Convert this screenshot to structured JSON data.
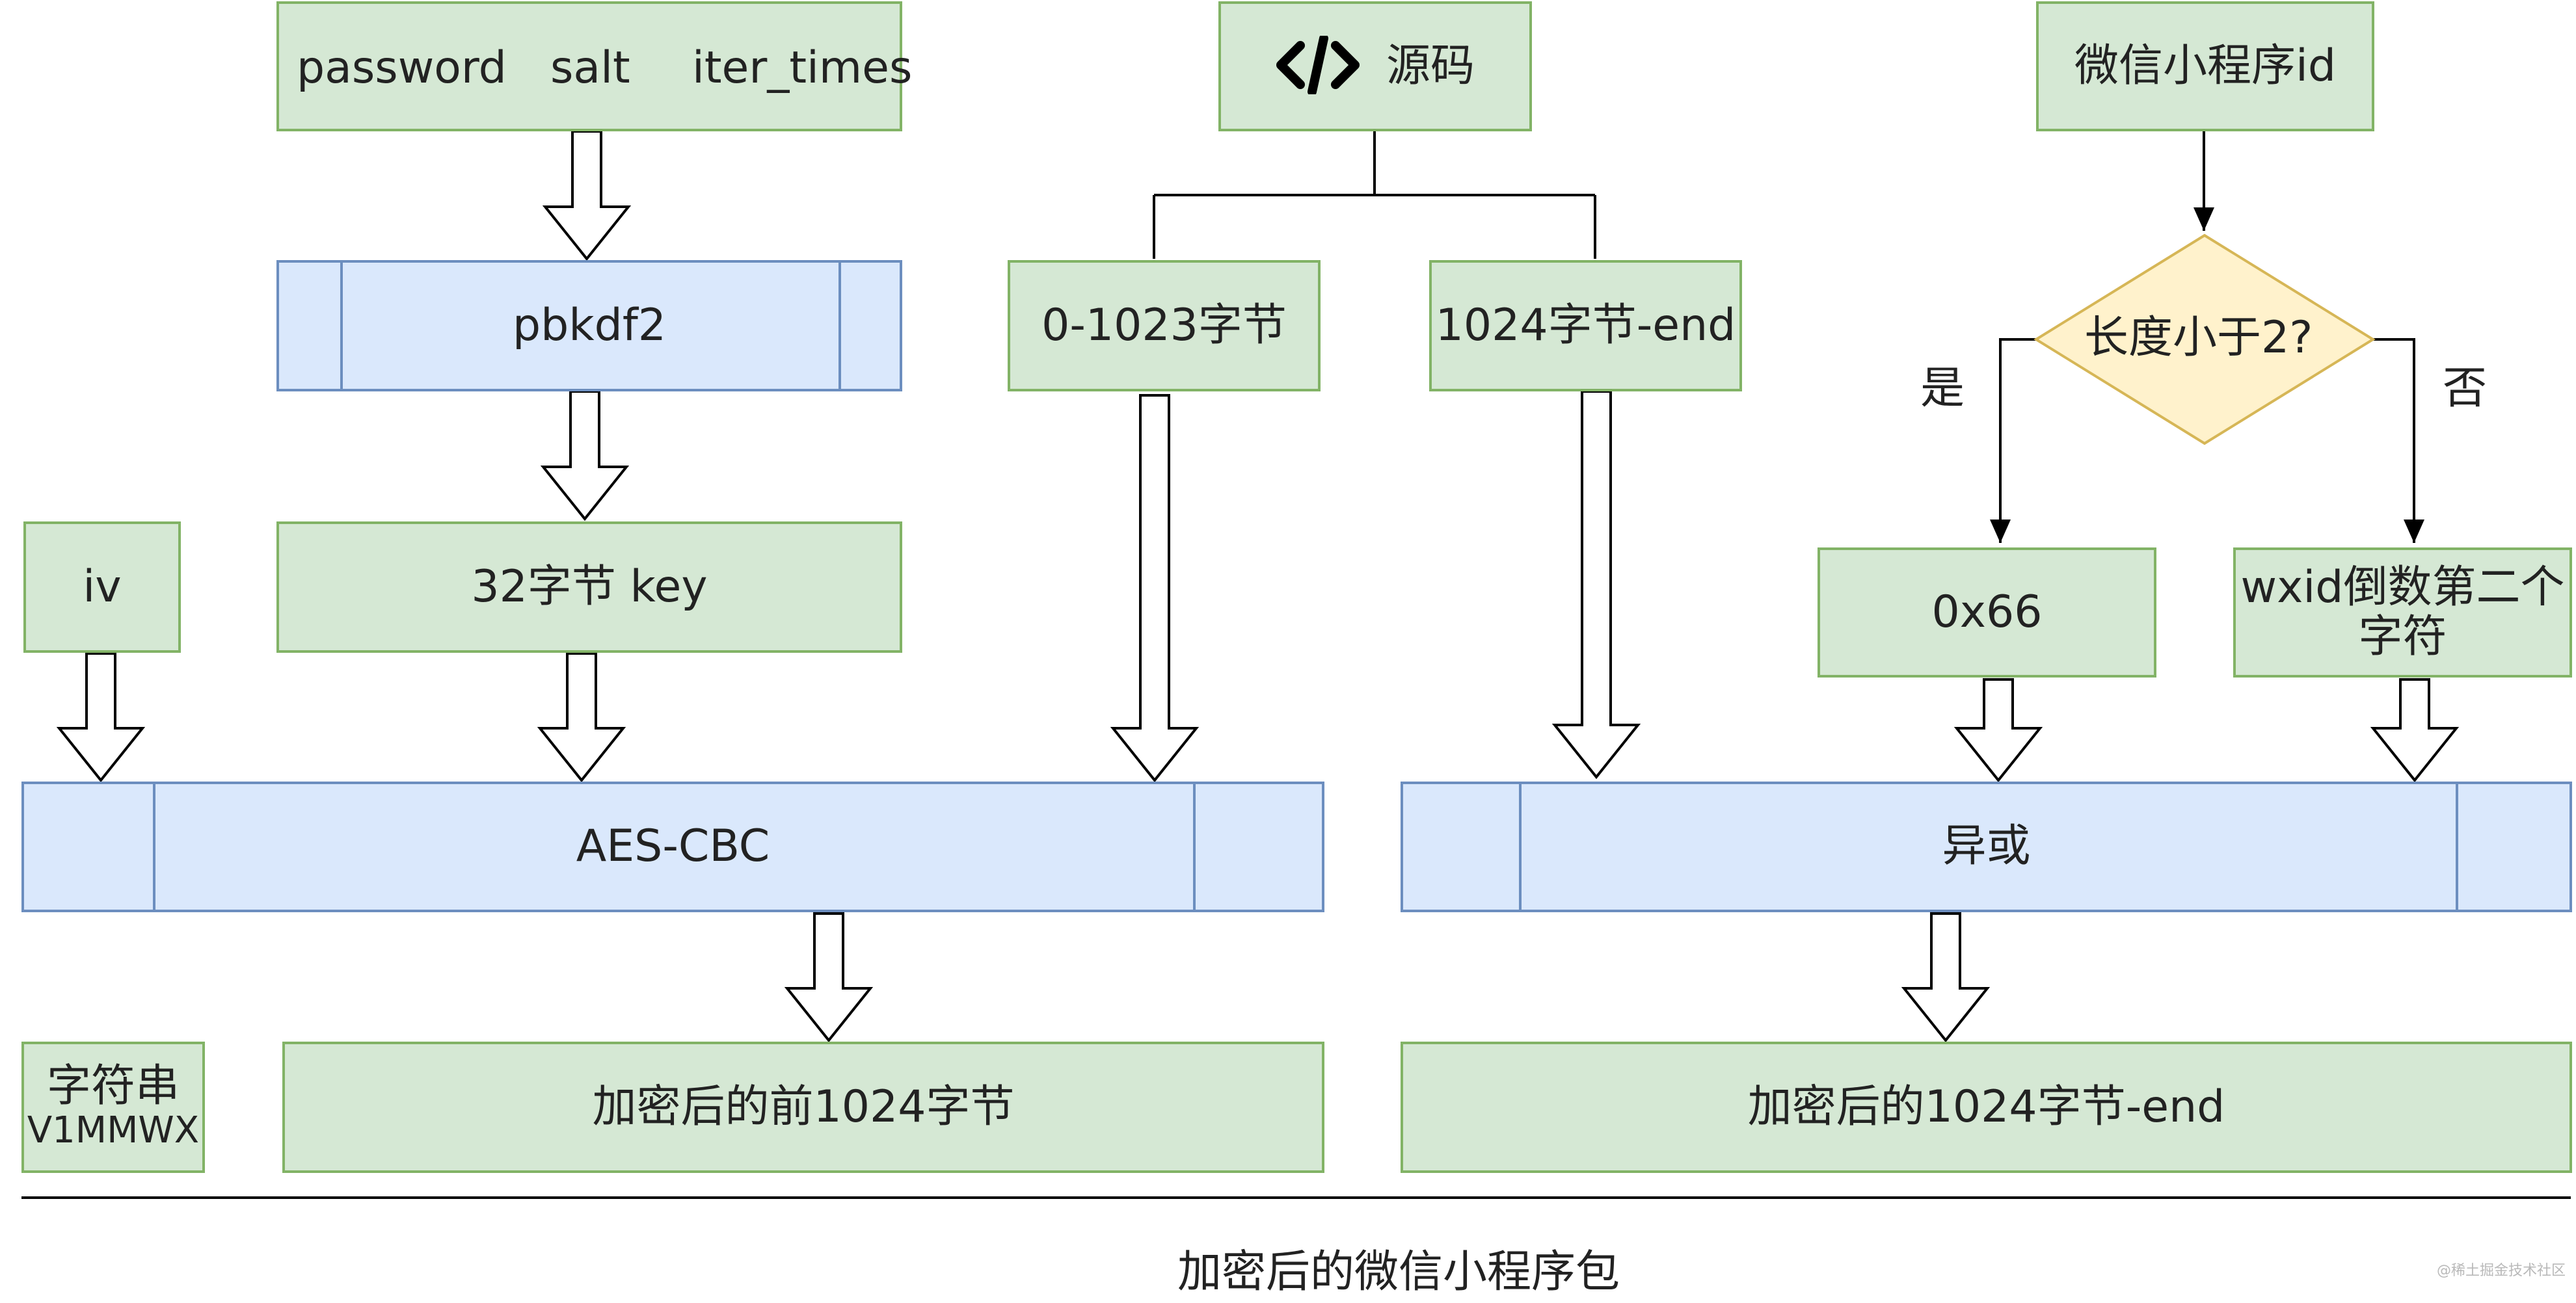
{
  "inputs": {
    "password_label": "password",
    "salt_label": "salt",
    "iter_label": "iter_times",
    "source_label": "源码",
    "source_icon": "code-icon",
    "appid_label": "微信小程序id",
    "iv_label": "iv"
  },
  "steps": {
    "pbkdf2_label": "pbkdf2",
    "key_label": "32字节 key",
    "first_part_label": "0-1023字节",
    "rest_part_label": "1024字节-end",
    "condition_label": "长度小于2?",
    "yes_label": "是",
    "no_label": "否",
    "xor_key_yes_label": "0x66",
    "xor_key_no_label": "wxid倒数第二个字符",
    "aes_label": "AES-CBC",
    "xor_label": "异或"
  },
  "outputs": {
    "string_label": "字符串",
    "string_value": "V1MMWX",
    "encrypted_first_label": "加密后的前1024字节",
    "encrypted_rest_label": "加密后的1024字节-end",
    "package_label": "加密后的微信小程序包"
  },
  "watermark": "@稀土掘金技术社区",
  "colors": {
    "green_fill": "#d5e8d4",
    "green_stroke": "#82b366",
    "blue_fill": "#dae8fc",
    "blue_stroke": "#6c8ebf",
    "diamond_fill": "#fff2cc",
    "diamond_stroke": "#d6b656"
  }
}
